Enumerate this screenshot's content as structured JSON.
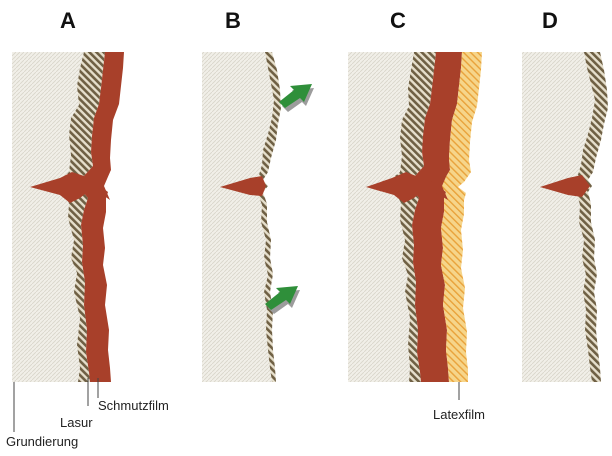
{
  "panels": [
    {
      "label": "A"
    },
    {
      "label": "B"
    },
    {
      "label": "C"
    },
    {
      "label": "D"
    }
  ],
  "annotations": {
    "grundierung": "Grundierung",
    "lasur": "Lasur",
    "schmutzfilm": "Schmutzfilm",
    "latexfilm": "Latexfilm"
  },
  "colors": {
    "background": "#ffffff",
    "wood": "#f1efe8",
    "wood_hatch": "#d9d5ca",
    "lasur": "#6f6044",
    "lasur_light": "#e6dfcc",
    "schmutzfilm": "#a8402a",
    "latexfilm": "#f6d58a",
    "latexfilm_stripe": "#e9a23a",
    "arrow": "#2f8f3a",
    "arrow_shadow": "#9c9c9c",
    "line": "#444444"
  }
}
